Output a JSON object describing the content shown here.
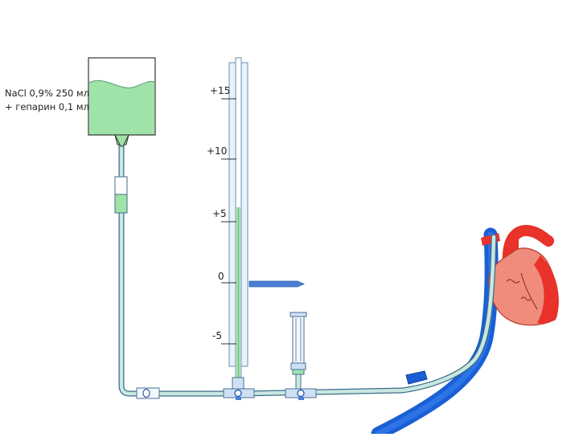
{
  "bag": {
    "label_line1": "NaCl 0,9% 250 мл",
    "label_line2": "+ гепарин 0,1 мл"
  },
  "scale": {
    "marks": [
      "+15",
      "+10",
      "+5",
      "0",
      "-5"
    ]
  },
  "colors": {
    "fluid": "#9fe3a8",
    "fluid_stroke": "#5a9a66",
    "tube_outline": "#3d6d8a",
    "tube_fill": "#c8e8e0",
    "vessel_blue": "#1a5fd6",
    "arrow_blue": "#4a7fd4",
    "heart_red": "#e8322a",
    "heart_pink": "#f08c7c",
    "fitting": "#cfe0f6"
  },
  "icons": {
    "heart": "heart-icon",
    "stopcock": "three-way-stopcock-icon",
    "syringe": "flush-device-icon"
  }
}
